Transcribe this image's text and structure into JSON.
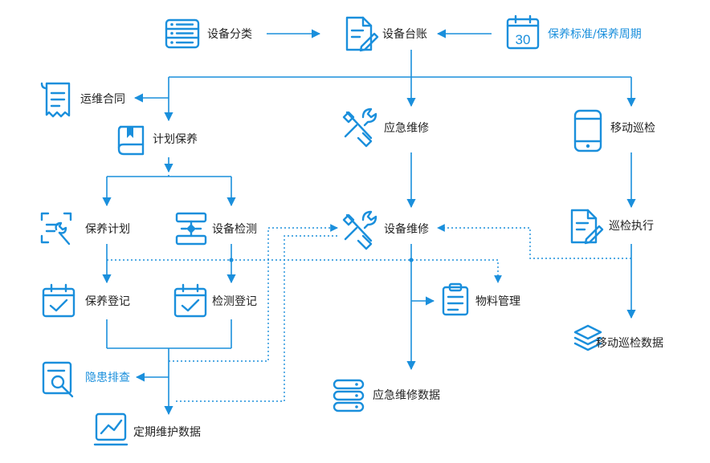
{
  "colors": {
    "accent": "#1a8fdc",
    "text": "#222222"
  },
  "nodes": {
    "category": {
      "label": "设备分类",
      "icon": "list-icon"
    },
    "ledger": {
      "label": "设备台账",
      "icon": "document-edit-icon"
    },
    "standard": {
      "label": "保养标准/保养周期",
      "icon": "calendar-icon",
      "calendar_day": "30"
    },
    "contract": {
      "label": "运维合同",
      "icon": "receipt-icon"
    },
    "plan_maintain": {
      "label": "计划保养",
      "icon": "book-icon"
    },
    "emergency": {
      "label": "应急维修",
      "icon": "tools-icon"
    },
    "mobile_patrol": {
      "label": "移动巡检",
      "icon": "mobile-phone-icon"
    },
    "maintain_plan": {
      "label": "保养计划",
      "icon": "scan-wrench-icon"
    },
    "inspection": {
      "label": "设备检测",
      "icon": "flowchart-icon"
    },
    "repair": {
      "label": "设备维修",
      "icon": "tools-icon"
    },
    "patrol_exec": {
      "label": "巡检执行",
      "icon": "document-edit-icon"
    },
    "material": {
      "label": "物料管理",
      "icon": "clipboard-icon"
    },
    "maintain_register": {
      "label": "保养登记",
      "icon": "calendar-check-icon"
    },
    "inspect_register": {
      "label": "检测登记",
      "icon": "calendar-check-icon"
    },
    "patrol_data": {
      "label": "移动巡检数据",
      "icon": "layers-icon"
    },
    "hazard": {
      "label": "隐患排查",
      "icon": "search-document-icon"
    },
    "emergency_data": {
      "label": "应急维修数据",
      "icon": "server-icon"
    },
    "periodic_data": {
      "label": "定期维护数据",
      "icon": "chart-line-icon"
    }
  }
}
